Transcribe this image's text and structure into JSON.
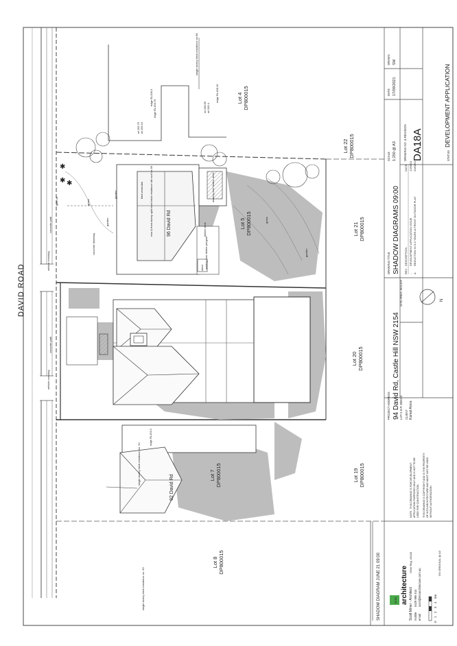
{
  "road": {
    "name": "DAVID ROAD",
    "path_labels": [
      "concrete path",
      "concrete path"
    ],
    "crossings": [
      "vehicle crossing",
      "vehicle crossing"
    ]
  },
  "lots": [
    {
      "lot": "Lot 4",
      "dp": "DP800015"
    },
    {
      "lot": "Lot 22",
      "dp": "DP800015"
    },
    {
      "lot": "Lot 5",
      "dp": "DP800015"
    },
    {
      "lot": "Lot 21",
      "dp": "DP800015"
    },
    {
      "lot": "Lot 20",
      "dp": "DP800015"
    },
    {
      "lot": "Lot 7",
      "dp": "DP800015"
    },
    {
      "lot": "Lot 19",
      "dp": "DP800015"
    },
    {
      "lot": "Lot 8",
      "dp": "DP800015"
    }
  ],
  "neighbours": {
    "no98": "single storey brick residence no.98",
    "ridge98": "ridge RL156.75",
    "no96_name": "96 David Rd",
    "no96_desc": "rear & front storey split level brick residence tile roof no.96",
    "no92_name": "92 David Rd",
    "no92_desc": "single storey brick residence no. 92",
    "no90": "single storey brick residence no. 90",
    "ridge92": "ridge RL153.2",
    "garden": "garden",
    "grass": "grass",
    "driveway": "concrete driveway",
    "veranda": "tiled verandah",
    "pool": "awning over timber deck",
    "deck": "timber deck",
    "shed": "shed",
    "gate": "gate ctl",
    "awning": "awning over timber pergola",
    "levels": [
      "wl 155.75",
      "wl 155.15",
      "ridge RL158.3",
      "wl 158.65",
      "wl 156.4",
      "ridge RL158.15"
    ]
  },
  "diagram_caption": "SHADOW DIAGRAM JUNE 21 09:00",
  "scale_bar": {
    "ticks": [
      "0",
      "1",
      "2",
      "3",
      "4",
      "5m"
    ],
    "note": "ON ORIGINAL @ A3"
  },
  "architect": {
    "brand_top": "INTO",
    "brand": "architecture",
    "name": "Scott Miner - Architect",
    "reg": "NSW Reg. #9100",
    "mobile_label": "mobile",
    "mobile": "0429 995 514",
    "email_label": "email",
    "email": "scott@intoarchitecture.com.au"
  },
  "notes": [
    "NOTE : THIS DRAWING IS FOR DEVELOPMENT",
    "APPLICATION PURPOSES ONLY AND IS NOT TO BE",
    "USED FOR CONSTRUCTION.",
    "THIS DRAWING IS COPYRIGHT AND IS THE PROPERTY",
    "OF INTO ARCHITECTURE AND MUST NOT BE USED",
    "WITHOUT AUTHORISATION"
  ],
  "project": {
    "label": "PROJECT ADDRESS",
    "address": "94 David Rd, Castle Hill NSW 2154",
    "lot": "LOT 6  D.P. 800015",
    "site_area": "SITE AREA: 903.5m²"
  },
  "client": {
    "label": "CLIENT",
    "name": "Kamal Arora"
  },
  "drawing": {
    "label": "DRAWING TITLE",
    "title": "SHADOW DIAGRAMS 09:00"
  },
  "revisions": {
    "headers": [
      "REV.",
      "DESCRIPTION",
      "DATE"
    ],
    "rows": [
      {
        "rev": "-",
        "desc": "DEVELOPMENT APPLICATION ISSUE",
        "date": "17/09/21"
      },
      {
        "rev": "A",
        "desc": "REDUCTION IN 0-3 YEARS & FRONT OUTDOOR PLAY",
        "date": "22/03/22"
      }
    ]
  },
  "meta": {
    "scale_label": "SCALE",
    "scale": "1:250 @ A3",
    "date_label": "DATE",
    "date": "17/09/2021",
    "drawn_label": "DRAWN",
    "drawn": "SM",
    "dwg_label": "DRAWING NO. & REVISION",
    "dwg": "DA18A",
    "status_label": "STATUS",
    "status": "DEVELOPMENT APPLICATION"
  },
  "north": "N"
}
